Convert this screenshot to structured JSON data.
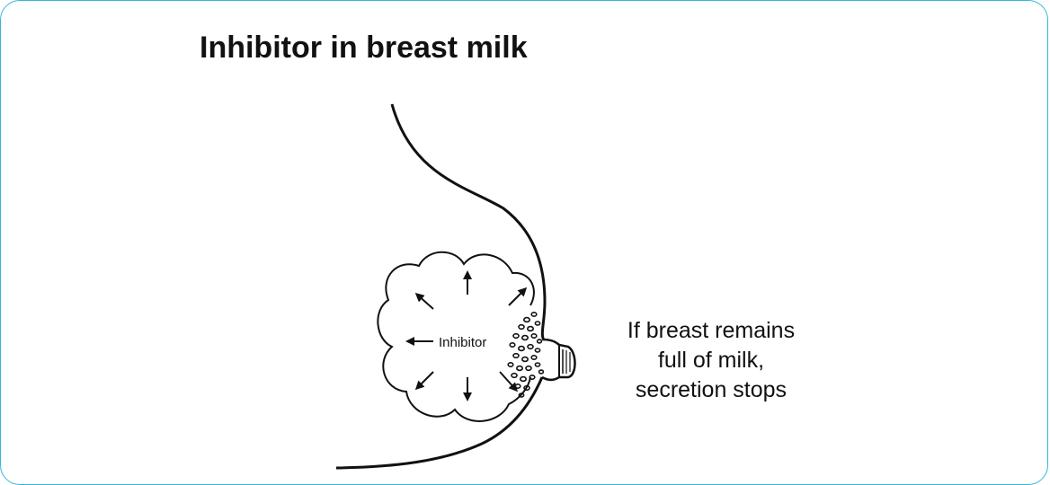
{
  "slide": {
    "title": "Inhibitor in breast milk",
    "border_color": "#38b6d8"
  },
  "diagram": {
    "alveolus_label": "Inhibitor",
    "caption_lines": [
      "If breast remains",
      "full of milk,",
      "secretion stops"
    ]
  }
}
